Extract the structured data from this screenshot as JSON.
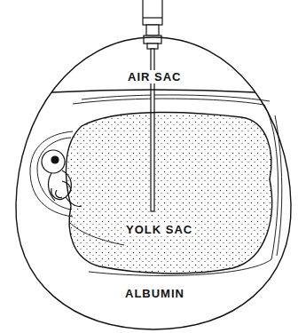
{
  "diagram": {
    "nodes": [
      {
        "text": [
          "ALBUMIN"
        ]
      },
      {
        "text": [
          "AIR SAC"
        ],
        "in": 0
      },
      {
        "text": [
          "YOLK SAC"
        ],
        "in": 0
      }
    ]
  }
}
